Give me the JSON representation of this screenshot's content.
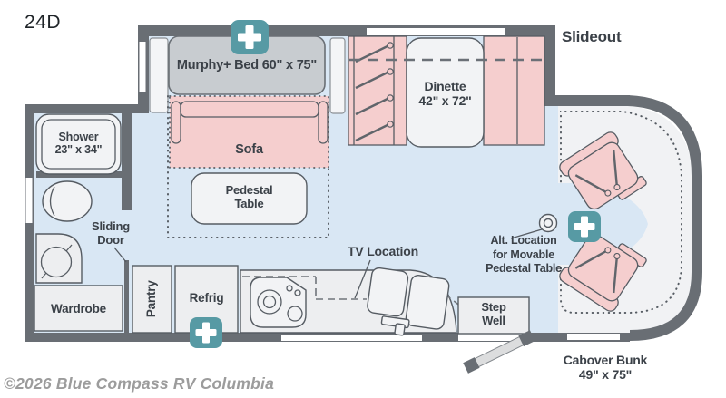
{
  "plan": {
    "model": "24D",
    "slideout_label": "Slideout",
    "labels": {
      "murphy_bed": "Murphy+ Bed 60\" x 75\"",
      "sofa": "Sofa",
      "dinette_name": "Dinette",
      "dinette_size": "42\" x 72\"",
      "shower_name": "Shower",
      "shower_size": "23\" x 34\"",
      "pedestal_line1": "Pedestal",
      "pedestal_line2": "Table",
      "sliding_door_line1": "Sliding",
      "sliding_door_line2": "Door",
      "wardrobe": "Wardrobe",
      "pantry": "Pantry",
      "refrig": "Refrig",
      "tv_location": "TV Location",
      "step_well_line1": "Step",
      "step_well_line2": "Well",
      "alt_table_line1": "Alt. Location",
      "alt_table_line2": "for Movable",
      "alt_table_line3": "Pedestal Table",
      "cabover_bunk_name": "Cabover Bunk",
      "cabover_bunk_size": "49\" x 75\""
    },
    "colors": {
      "wall": "#696E74",
      "floor": "#D9E7F4",
      "furniture_pink": "#F5CECE",
      "bed_gray": "#C8CCD0",
      "fixture_white": "#F2F3F5",
      "accent_teal": "#579AA4",
      "label_text": "#3B4148"
    }
  },
  "footer": {
    "copyright": "©2026 Blue Compass RV Columbia"
  }
}
